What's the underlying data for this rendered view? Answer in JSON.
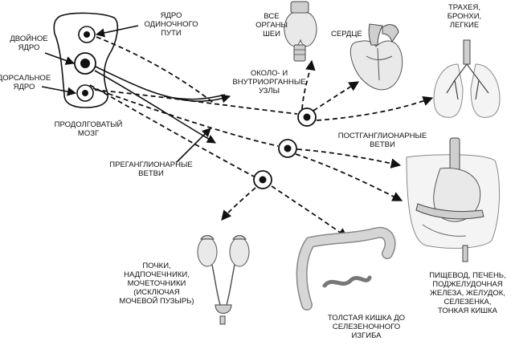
{
  "labels": {
    "nucleus_solitary": [
      "ЯДРО",
      "ОДИНОЧНОГО",
      "ПУТИ"
    ],
    "nucleus_ambiguus": [
      "ДВОЙНОЕ",
      "ЯДРО"
    ],
    "nucleus_dorsal": [
      "ДОРСАЛЬНОЕ",
      "ЯДРО"
    ],
    "medulla": [
      "ПРОДОЛГОВАТЫЙ",
      "МОЗГ"
    ],
    "preganglionic": [
      "ПРЕГАНГЛИОНАРНЫЕ",
      "ВЕТВИ"
    ],
    "neck_organs": [
      "ВСЕ",
      "ОРГАНЫ",
      "ШЕИ"
    ],
    "heart": [
      "СЕРДЦЕ"
    ],
    "lungs": [
      "ТРАХЕЯ,",
      "БРОНХИ,",
      "ЛЕГКИЕ"
    ],
    "ganglia": [
      "ОКОЛО- И",
      "ВНУТРИОРГАННЫЕ",
      "УЗЛЫ"
    ],
    "postganglionic": [
      "ПОСТГАНГЛИОНАРНЫЕ",
      "ВЕТВИ"
    ],
    "digestive": [
      "ПИЩЕВОД, ПЕЧЕНЬ,",
      "ПОДЖЕЛУДОЧНАЯ",
      "ЖЕЛЕЗА, ЖЕЛУДОК,",
      "СЕЛЕЗЕНКА,",
      "ТОНКАЯ КИШКА"
    ],
    "kidneys": [
      "ПОЧКИ,",
      "НАДПОЧЕЧНИКИ,",
      "МОЧЕТОЧНИКИ",
      "(ИСКЛЮЧАЯ",
      "МОЧЕВОЙ ПУЗЫРЬ)"
    ],
    "colon": [
      "ТОЛСТАЯ КИШКА ДО",
      "СЕЛЕЗЕНОЧНОГО",
      "ИЗГИБА"
    ]
  }
}
